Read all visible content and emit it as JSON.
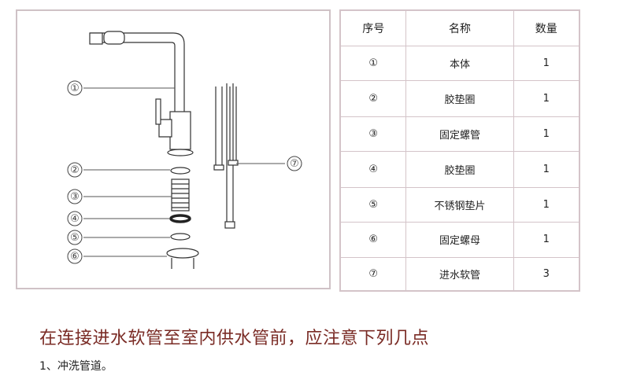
{
  "diagram": {
    "callouts": [
      "①",
      "②",
      "③",
      "④",
      "⑤",
      "⑥",
      "⑦"
    ]
  },
  "table": {
    "headers": [
      "序号",
      "名称",
      "数量"
    ],
    "rows": [
      {
        "idx": "①",
        "name": "本体",
        "qty": "1"
      },
      {
        "idx": "②",
        "name": "胶垫圈",
        "qty": "1"
      },
      {
        "idx": "③",
        "name": "固定螺管",
        "qty": "1"
      },
      {
        "idx": "④",
        "name": "胶垫圈",
        "qty": "1"
      },
      {
        "idx": "⑤",
        "name": "不锈钢垫片",
        "qty": "1"
      },
      {
        "idx": "⑥",
        "name": "固定螺母",
        "qty": "1"
      },
      {
        "idx": "⑦",
        "name": "进水软管",
        "qty": "3"
      }
    ]
  },
  "notes": {
    "heading": "在连接进水软管至室内供水管前，应注意下列几点",
    "step1": "1、冲洗管道。"
  }
}
